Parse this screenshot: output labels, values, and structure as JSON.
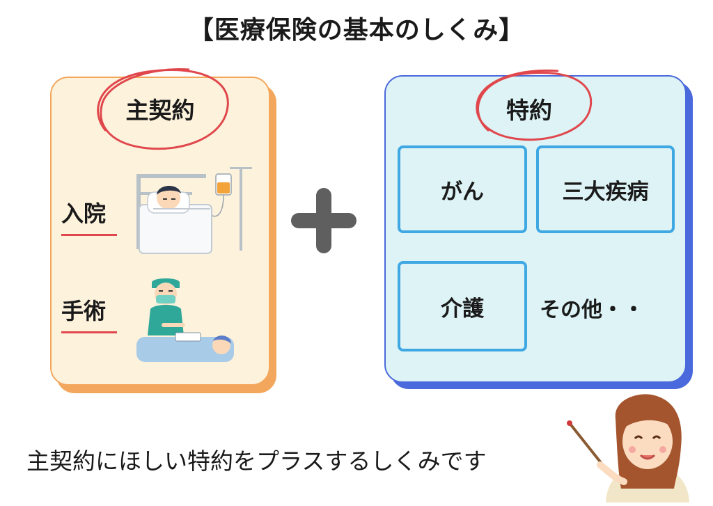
{
  "title": "【医療保険の基本のしくみ】",
  "main_contract": {
    "title": "主契約",
    "items": [
      {
        "label": "入院",
        "icon": "hospital-bed-icon"
      },
      {
        "label": "手術",
        "icon": "surgery-icon"
      }
    ]
  },
  "rider": {
    "title": "特約",
    "boxes": [
      "がん",
      "三大疾病",
      "介護"
    ],
    "other": "その他・・"
  },
  "caption": "主契約にほしい特約をプラスするしくみです",
  "colors": {
    "main_fill": "#fdf2dc",
    "main_border": "#f3a75c",
    "rider_fill": "#ddf3f5",
    "rider_border": "#4a69dc",
    "box_border": "#3fa8e3",
    "accent_red": "#e0474c",
    "plus": "#5f5f5f"
  }
}
